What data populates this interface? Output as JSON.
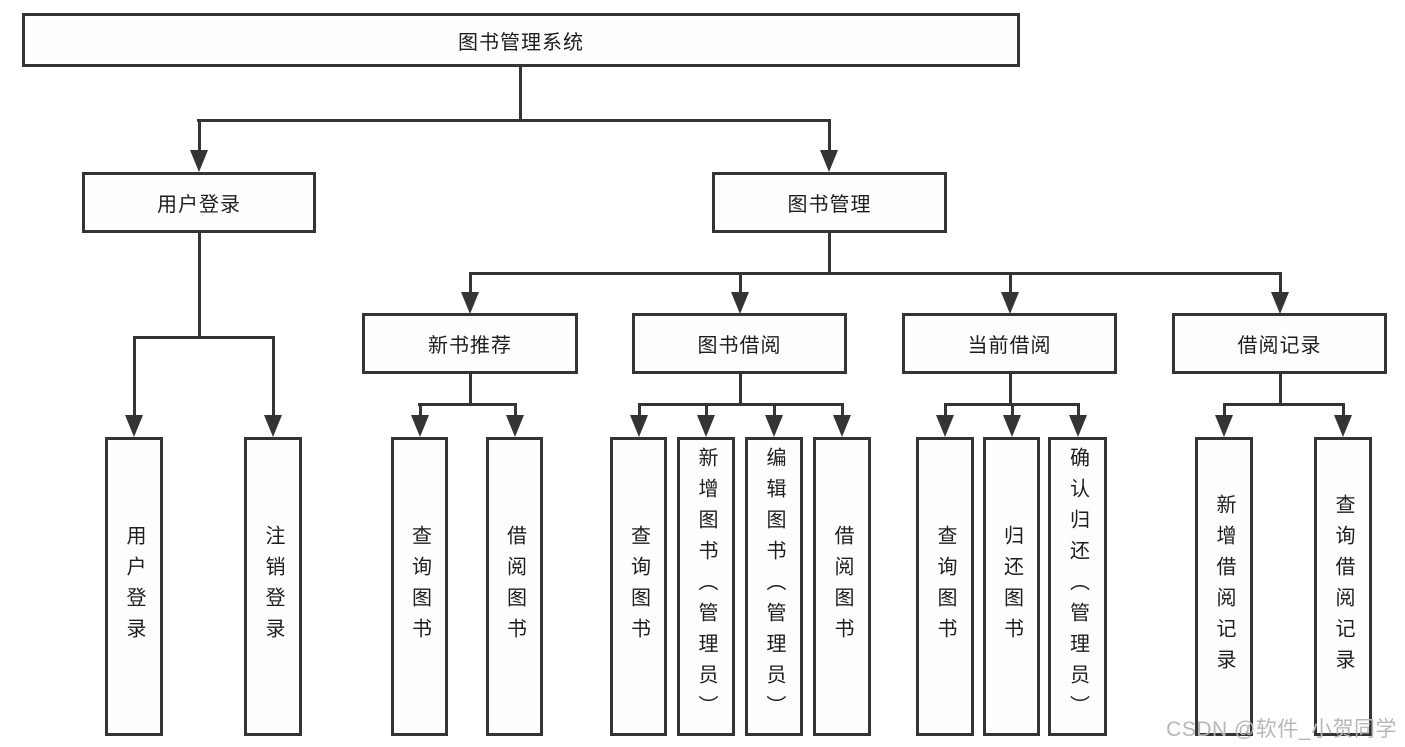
{
  "tree": {
    "root": {
      "label": "图书管理系统"
    },
    "branches": [
      {
        "label": "用户登录",
        "children": [
          {
            "label": "用户登录"
          },
          {
            "label": "注销登录"
          }
        ]
      },
      {
        "label": "图书管理",
        "groups": [
          {
            "label": "新书推荐",
            "children": [
              {
                "label": "查询图书"
              },
              {
                "label": "借阅图书"
              }
            ]
          },
          {
            "label": "图书借阅",
            "children": [
              {
                "label": "查询图书"
              },
              {
                "label": "新增图书（管理员）"
              },
              {
                "label": "编辑图书（管理员）"
              },
              {
                "label": "借阅图书"
              }
            ]
          },
          {
            "label": "当前借阅",
            "children": [
              {
                "label": "查询图书"
              },
              {
                "label": "归还图书"
              },
              {
                "label": "确认归还（管理员）"
              }
            ]
          },
          {
            "label": "借阅记录",
            "children": [
              {
                "label": "新增借阅记录"
              },
              {
                "label": "查询借阅记录"
              }
            ]
          }
        ]
      }
    ]
  },
  "watermark": {
    "text": "CSDN @软件_小贺同学"
  },
  "colors": {
    "line": "#343434",
    "text": "#1d1d1d",
    "watermark": "#b7b7b7",
    "background": "#ffffff"
  }
}
